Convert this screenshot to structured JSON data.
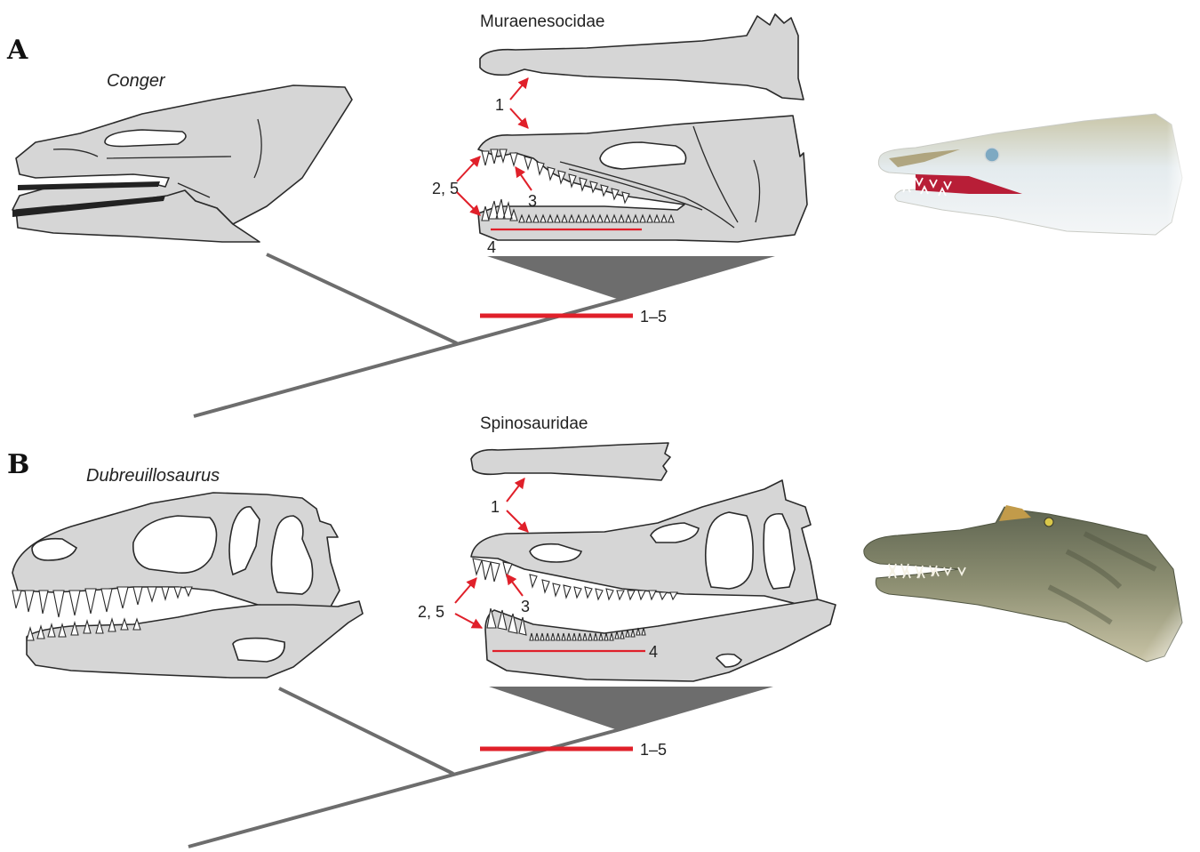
{
  "panels": [
    {
      "letter": "A",
      "outgroup_taxon": "Conger",
      "ingroup_taxon": "Muraenesocidae",
      "character_labels": {
        "c1": "1",
        "c2_5": "2, 5",
        "c3": "3",
        "c4": "4"
      },
      "synapomorphy_bar_label": "1–5"
    },
    {
      "letter": "B",
      "outgroup_taxon": "Dubreuillosaurus",
      "ingroup_taxon": "Spinosauridae",
      "character_labels": {
        "c1": "1",
        "c2_5": "2, 5",
        "c3": "3",
        "c4": "4"
      },
      "synapomorphy_bar_label": "1–5"
    }
  ],
  "colors": {
    "skull_fill": "#d6d6d6",
    "outline": "#2a2a2a",
    "tree": "#6d6d6d",
    "character_red": "#e0202a",
    "eel_body": "#e9edf0",
    "spinosaur_body": "#7c8068"
  },
  "icons": {
    "eel_head": "pike-conger-head-illustration",
    "spinosaur_head": "spinosaurus-head-illustration"
  }
}
